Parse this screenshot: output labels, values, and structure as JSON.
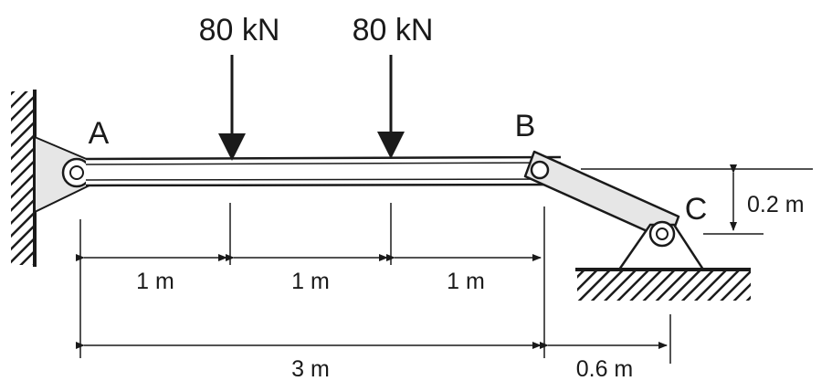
{
  "loads": [
    {
      "label": "80 kN"
    },
    {
      "label": "80 kN"
    }
  ],
  "points": {
    "a": "A",
    "b": "B",
    "c": "C"
  },
  "dimensions": {
    "seg1": "1 m",
    "seg2": "1 m",
    "seg3": "1 m",
    "total": "3 m",
    "offset": "0.6 m",
    "height": "0.2 m"
  },
  "colors": {
    "ink": "#1a1a1a",
    "beam_fill": "#e6e6e6",
    "background": "#ffffff"
  }
}
